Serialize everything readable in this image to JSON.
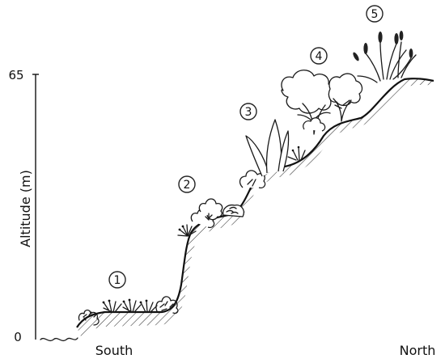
{
  "axis": {
    "label": "Altitude (m)",
    "tick_top": "65",
    "tick_bottom": "0"
  },
  "directions": {
    "left": "South",
    "right": "North"
  },
  "zones": [
    {
      "number": "1"
    },
    {
      "number": "2"
    },
    {
      "number": "3"
    },
    {
      "number": "4"
    },
    {
      "number": "5"
    }
  ]
}
